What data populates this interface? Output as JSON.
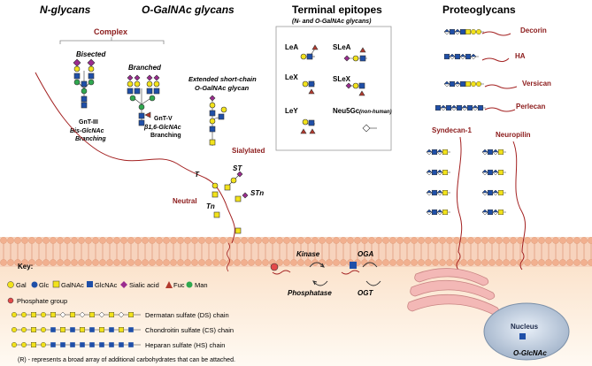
{
  "headers": {
    "n_glycans": "N-glycans",
    "o_galnac": "O-GalNAc glycans",
    "terminal": "Terminal epitopes",
    "terminal_sub": "(N- and O-GalNAc glycans)",
    "proteoglycans": "Proteoglycans"
  },
  "nglycan": {
    "complex": "Complex",
    "bisected": "Bisected",
    "branched": "Branched",
    "gnt3": "GnT-III",
    "bis_branching_1": "Bis-GlcNAc",
    "bis_branching_2": "Branching",
    "gnt5": "GnT-V",
    "b16_branching_1": "β1,6-GlcNAc",
    "b16_branching_2": "Branching"
  },
  "ogalnac": {
    "extended_1": "Extended short-chain",
    "extended_2": "O-GalNAc glycan",
    "sialylated": "Sialylated",
    "st": "ST",
    "stn": "STn",
    "t": "T",
    "tn": "Tn",
    "neutral": "Neutral"
  },
  "epitopes": {
    "lea": "LeA",
    "slea": "SLeA",
    "lex": "LeX",
    "slex": "SLeX",
    "ley": "LeY",
    "neu5gc": "Neu5Gc",
    "nonhuman": "(non-human)"
  },
  "proteo": {
    "decorin": "Decorin",
    "ha": "HA",
    "versican": "Versican",
    "perlecan": "Perlecan",
    "syndecan": "Syndecan-1",
    "neuropilin": "Neuropilin"
  },
  "key": {
    "title": "Key:",
    "gal": "Gal",
    "glc": "Glc",
    "galnac": "GalNAc",
    "glcnac": "GlcNAc",
    "sialic": "Sialic acid",
    "fuc": "Fuc",
    "man": "Man",
    "phosphate": "Phosphate group",
    "ds": "Dermatan sulfate (DS) chain",
    "cs": "Chondroitin sulfate (CS) chain",
    "hs": "Heparan sulfate (HS)  chain",
    "r_note": "(R) - represents a broad array of additional carbohydrates that can be attached."
  },
  "ogt": {
    "kinase": "Kinase",
    "phosphatase": "Phosphatase",
    "oga": "OGA",
    "ogt": "OGT",
    "nucleus": "Nucleus",
    "o_glcnac": "O-GlcNAc"
  },
  "colors": {
    "gal": "#f2e21b",
    "glc": "#1f4fa8",
    "glcnac": "#1f4fa8",
    "sialic": "#9b2c8f",
    "fuc": "#b23a2e",
    "man": "#2fa84f",
    "membrane_head": "#f2b08f",
    "membrane_tail": "#d98a6a",
    "label_red": "#8b1a1a"
  }
}
